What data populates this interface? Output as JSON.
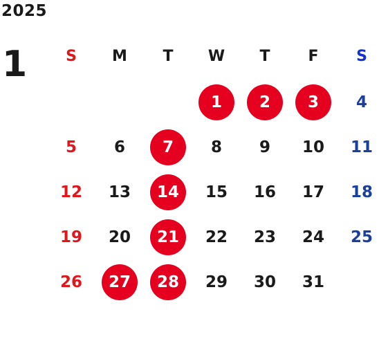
{
  "year": "2025",
  "month": "1",
  "weekdays": [
    "S",
    "M",
    "T",
    "W",
    "T",
    "F",
    "S"
  ],
  "first_weekday_index": 3,
  "days": [
    "1",
    "2",
    "3",
    "4",
    "5",
    "6",
    "7",
    "8",
    "9",
    "10",
    "11",
    "12",
    "13",
    "14",
    "15",
    "16",
    "17",
    "18",
    "19",
    "20",
    "21",
    "22",
    "23",
    "24",
    "25",
    "26",
    "27",
    "28",
    "29",
    "30",
    "31"
  ],
  "holidays": [
    "1",
    "2",
    "3",
    "7",
    "14",
    "21",
    "27",
    "28"
  ],
  "colors": {
    "sunday": "#e0161d",
    "saturday": "#1c3f9a",
    "saturday_header": "#1433cc",
    "holiday_fill": "#e5001f",
    "text": "#1a1a1a"
  }
}
